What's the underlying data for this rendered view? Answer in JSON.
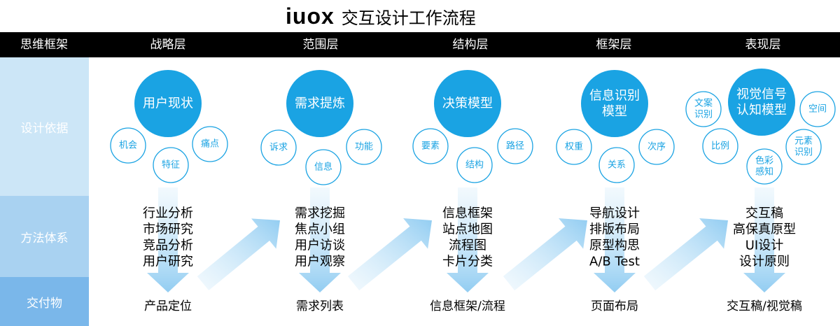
{
  "title": {
    "brand": "iuox",
    "text": "交互设计工作流程"
  },
  "header": {
    "corner": "思维框架",
    "columns": [
      "战略层",
      "范围层",
      "结构层",
      "框架层",
      "表现层"
    ]
  },
  "rows": {
    "basis": "设计依据",
    "methods": "方法体系",
    "deliverables": "交付物"
  },
  "colors": {
    "accent": "#1aa3e3",
    "row1": "#cce6f7",
    "row2": "#a9d2f1",
    "row3": "#7ab7ea",
    "header": "#000000"
  },
  "stages": [
    {
      "main": [
        "用户现状"
      ],
      "satellites": [
        [
          "机会"
        ],
        [
          "痛点"
        ],
        [
          "特征"
        ]
      ],
      "methods": [
        "行业分析",
        "市场研究",
        "竞品分析",
        "用户研究"
      ],
      "deliverable": "产品定位"
    },
    {
      "main": [
        "需求提炼"
      ],
      "satellites": [
        [
          "诉求"
        ],
        [
          "功能"
        ],
        [
          "信息"
        ]
      ],
      "methods": [
        "需求挖掘",
        "焦点小组",
        "用户访谈",
        "用户观察"
      ],
      "deliverable": "需求列表"
    },
    {
      "main": [
        "决策模型"
      ],
      "satellites": [
        [
          "要素"
        ],
        [
          "路径"
        ],
        [
          "结构"
        ]
      ],
      "methods": [
        "信息框架",
        "站点地图",
        "流程图",
        "卡片分类"
      ],
      "deliverable": "信息框架/流程"
    },
    {
      "main": [
        "信息识别",
        "模型"
      ],
      "satellites": [
        [
          "权重"
        ],
        [
          "次序"
        ],
        [
          "关系"
        ]
      ],
      "methods": [
        "导航设计",
        "排版布局",
        "原型构思",
        "A/B Test"
      ],
      "deliverable": "页面布局"
    },
    {
      "main": [
        "视觉信号",
        "认知模型"
      ],
      "satellites": [
        [
          "文案",
          "识别"
        ],
        [
          "空间"
        ],
        [
          "比例"
        ],
        [
          "元素",
          "识别"
        ],
        [
          "色彩",
          "感知"
        ]
      ],
      "methods": [
        "交互稿",
        "高保真原型",
        "UI设计",
        "设计原则"
      ],
      "deliverable": "交互稿/视觉稿"
    }
  ]
}
